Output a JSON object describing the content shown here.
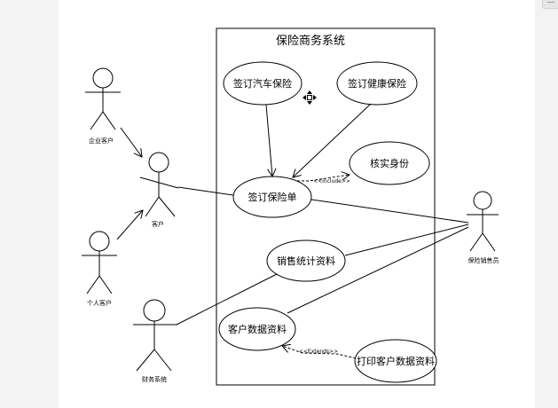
{
  "system": {
    "title": "保险商务系统"
  },
  "use_cases": {
    "auto": "签订汽车保险",
    "health": "签订健康保险",
    "verify": "核实身份",
    "sign": "签订保险单",
    "sales": "销售统计资料",
    "customer_data": "客户数据资料",
    "print": "打印客户数据资料"
  },
  "actors": {
    "enterprise": "企业客户",
    "customer": "客户",
    "individual": "个人客户",
    "finance": "财务系统",
    "agent": "保险销售员"
  },
  "relations": {
    "include": "<<include>>",
    "extends": "<<Extends>>"
  },
  "icons": {
    "move_cursor": "move-cursor-icon",
    "corner": "collapse-icon"
  }
}
